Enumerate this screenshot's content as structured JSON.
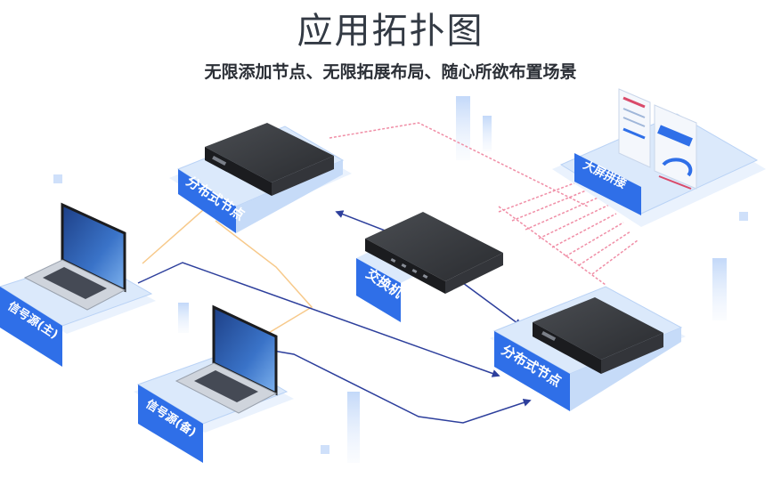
{
  "title": "应用拓扑图",
  "subtitle": "无限添加节点、无限拓展布局、随心所欲布置场景",
  "nodes": {
    "node_top": "分布式节点",
    "node_bottom": "分布式节点",
    "switch": "交换机",
    "video_wall": "大屏拼接",
    "source_main": "信号源(主)",
    "source_backup": "信号源(备)"
  },
  "colors": {
    "accent_blue": "#2f6fe8",
    "platform": "#dbe9fb",
    "line_navy": "#2d3f9c",
    "line_pink": "#f08ea6",
    "line_orange": "#f7c98a"
  }
}
